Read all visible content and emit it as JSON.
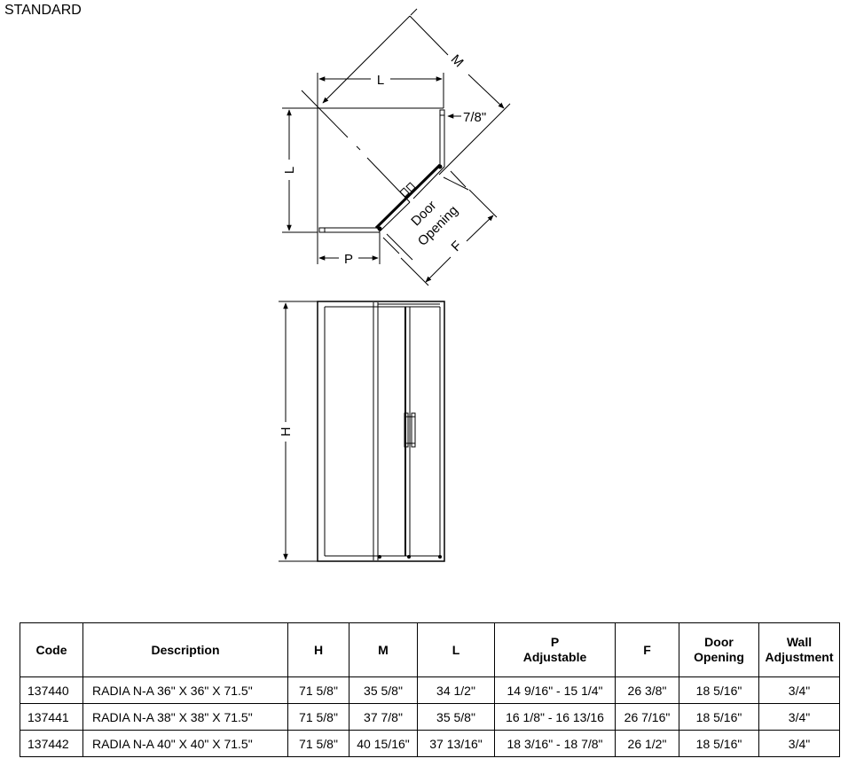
{
  "heading": "STANDARD",
  "plan_labels": {
    "L_top": "L",
    "L_left": "L",
    "M": "M",
    "seven_eighths": "7/8\"",
    "P": "P",
    "F": "F",
    "door_line1": "Door",
    "door_line2": "Opening"
  },
  "elevation_labels": {
    "H": "H"
  },
  "table": {
    "headers": {
      "code": "Code",
      "description": "Description",
      "h": "H",
      "m": "M",
      "l": "L",
      "p_line1": "P",
      "p_line2": "Adjustable",
      "f": "F",
      "door_line1": "Door",
      "door_line2": "Opening",
      "wall_line1": "Wall",
      "wall_line2": "Adjustment"
    },
    "rows": [
      {
        "code": "137440",
        "description": "RADIA N-A 36\" X 36\" X 71.5\"",
        "h": "71 5/8\"",
        "m": "35 5/8\"",
        "l": "34 1/2\"",
        "p": "14 9/16\" - 15 1/4\"",
        "f": "26 3/8\"",
        "door": "18 5/16\"",
        "wall": "3/4\""
      },
      {
        "code": "137441",
        "description": "RADIA N-A 38\" X 38\" X 71.5\"",
        "h": "71 5/8\"",
        "m": "37 7/8\"",
        "l": "35 5/8\"",
        "p": "16 1/8\" - 16 13/16",
        "f": "26 7/16\"",
        "door": "18 5/16\"",
        "wall": "3/4\""
      },
      {
        "code": "137442",
        "description": "RADIA N-A 40\" X 40\" X 71.5\"",
        "h": "71 5/8\"",
        "m": "40 15/16\"",
        "l": "37 13/16\"",
        "p": "18 3/16\" - 18 7/8\"",
        "f": "26 1/2\"",
        "door": "18 5/16\"",
        "wall": "3/4\""
      }
    ]
  }
}
